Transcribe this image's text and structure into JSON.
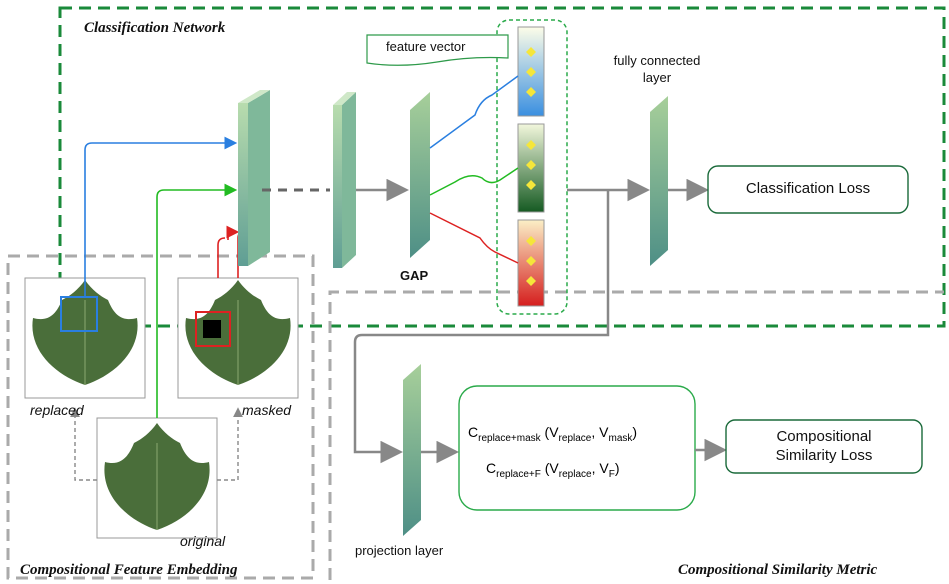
{
  "sections": {
    "classification": "Classification Network",
    "embedding": "Compositional Feature Embedding",
    "similarity": "Compositional Similarity Metric"
  },
  "labels": {
    "feature_vector": "feature vector",
    "fc_layer": "fully connected layer",
    "gap": "GAP",
    "projection_layer": "projection layer",
    "replaced": "replaced",
    "masked": "masked",
    "original": "original"
  },
  "losses": {
    "classification": "Classification Loss",
    "compositional": "Compositional Similarity Loss"
  },
  "formulas": {
    "f1": {
      "c": "C",
      "c_sub": "replace+mask",
      "open": " (V",
      "v1_sub": "replace",
      "sep": ", V",
      "v2_sub": "mask",
      "close": ")"
    },
    "f2": {
      "c": "C",
      "c_sub": "replace+F",
      "open": " (V",
      "v1_sub": "replace",
      "sep": ", V",
      "v2_sub": "F",
      "close": ")"
    }
  },
  "colors": {
    "green_dash": "#1a8a3a",
    "gray_dash": "#aaaaaa",
    "box_border": "#2e9a4a",
    "arrow_blue": "#2a7fe0",
    "arrow_green": "#22bb22",
    "arrow_red": "#dd2222",
    "arrow_gray": "#888888",
    "leaf": "#4a6e3a"
  }
}
